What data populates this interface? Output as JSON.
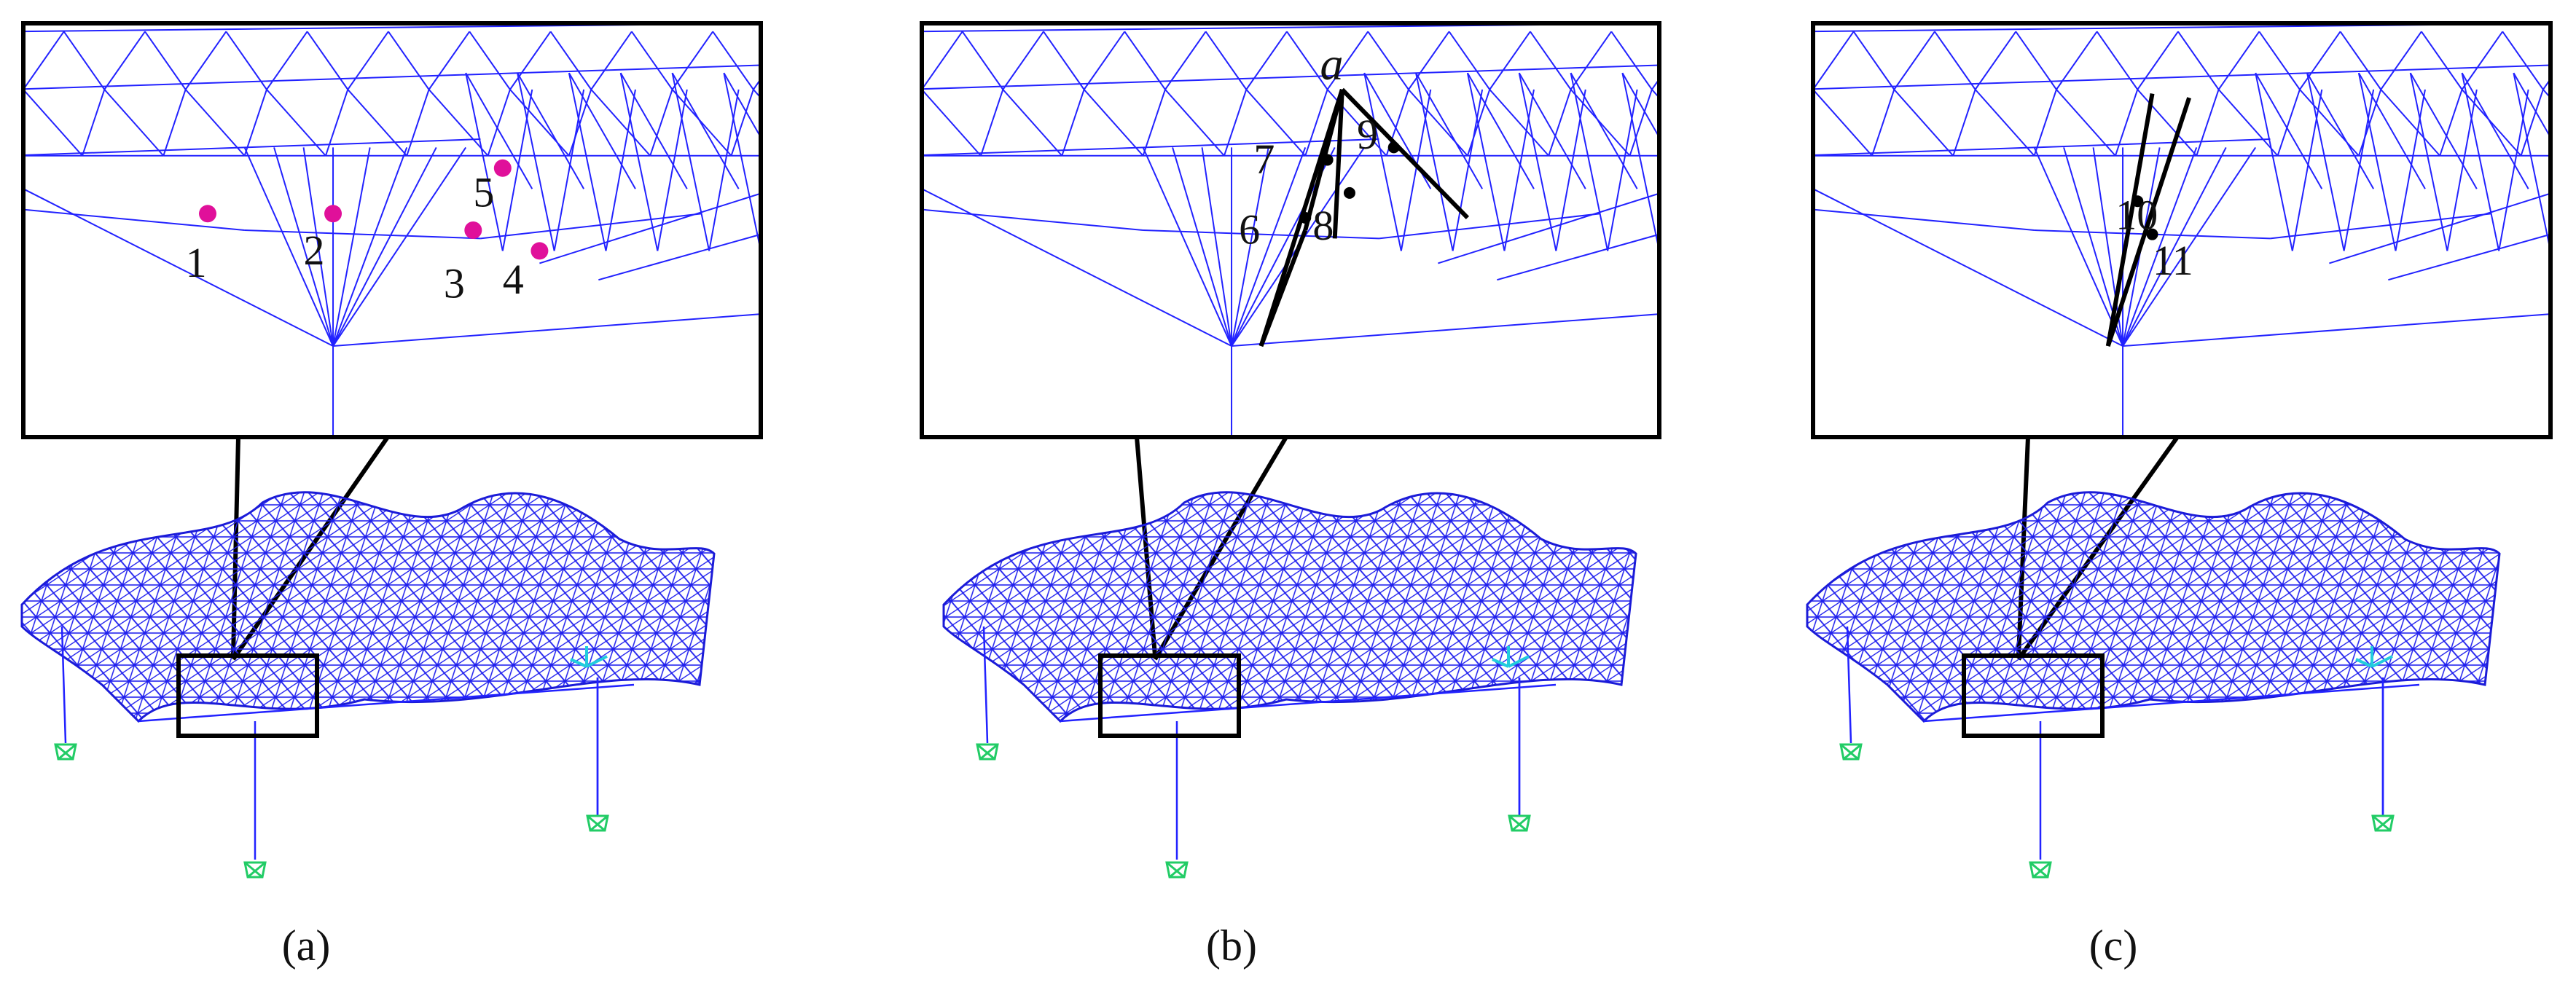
{
  "panels": [
    {
      "caption": "(a)",
      "points": [
        {
          "label": "1",
          "lx": 0.25,
          "ly": 0.46,
          "tx": 0.22,
          "ty": 0.56
        },
        {
          "label": "2",
          "lx": 0.42,
          "ly": 0.46,
          "tx": 0.38,
          "ty": 0.53
        },
        {
          "label": "3",
          "lx": 0.61,
          "ly": 0.5,
          "tx": 0.57,
          "ty": 0.61
        },
        {
          "label": "4",
          "lx": 0.7,
          "ly": 0.55,
          "tx": 0.65,
          "ty": 0.6
        },
        {
          "label": "5",
          "lx": 0.65,
          "ly": 0.35,
          "tx": 0.61,
          "ty": 0.39
        }
      ]
    },
    {
      "caption": "(b)",
      "node_label": "a",
      "points": [
        {
          "label": "6",
          "tx": 0.43,
          "ty": 0.48
        },
        {
          "label": "7",
          "tx": 0.45,
          "ty": 0.31
        },
        {
          "label": "8",
          "tx": 0.53,
          "ty": 0.47
        },
        {
          "label": "9",
          "tx": 0.59,
          "ty": 0.25
        }
      ]
    },
    {
      "caption": "(c)",
      "points": [
        {
          "label": "10",
          "tx": 0.44,
          "ty": 0.48
        },
        {
          "label": "11",
          "tx": 0.49,
          "ty": 0.59
        }
      ]
    }
  ],
  "colors": {
    "mesh": "#2222ff",
    "highlight_point": "#e0109a",
    "member": "#000000",
    "support": "#22cc66"
  }
}
